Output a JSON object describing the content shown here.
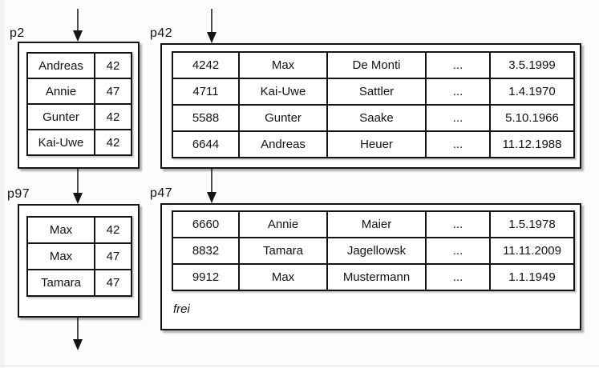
{
  "colors": {
    "border": "#141414",
    "page_background": "#ffffff",
    "canvas_background": "#fcfcfc"
  },
  "pages": {
    "p2": {
      "label": "p2",
      "rows": [
        [
          "Andreas",
          "42"
        ],
        [
          "Annie",
          "47"
        ],
        [
          "Gunter",
          "42"
        ],
        [
          "Kai-Uwe",
          "42"
        ]
      ]
    },
    "p42": {
      "label": "p42",
      "rows": [
        [
          "4242",
          "Max",
          "De Monti",
          "...",
          "3.5.1999"
        ],
        [
          "4711",
          "Kai-Uwe",
          "Sattler",
          "...",
          "1.4.1970"
        ],
        [
          "5588",
          "Gunter",
          "Saake",
          "...",
          "5.10.1966"
        ],
        [
          "6644",
          "Andreas",
          "Heuer",
          "...",
          "11.12.1988"
        ]
      ]
    },
    "p97": {
      "label": "p97",
      "rows": [
        [
          "Max",
          "42"
        ],
        [
          "Max",
          "47"
        ],
        [
          "Tamara",
          "47"
        ]
      ]
    },
    "p47": {
      "label": "p47",
      "rows": [
        [
          "6660",
          "Annie",
          "Maier",
          "...",
          "1.5.1978"
        ],
        [
          "8832",
          "Tamara",
          "Jagellowsk",
          "...",
          "11.11.2009"
        ],
        [
          "9912",
          "Max",
          "Mustermann",
          "...",
          "1.1.1949"
        ]
      ],
      "free_label": "frei"
    }
  }
}
